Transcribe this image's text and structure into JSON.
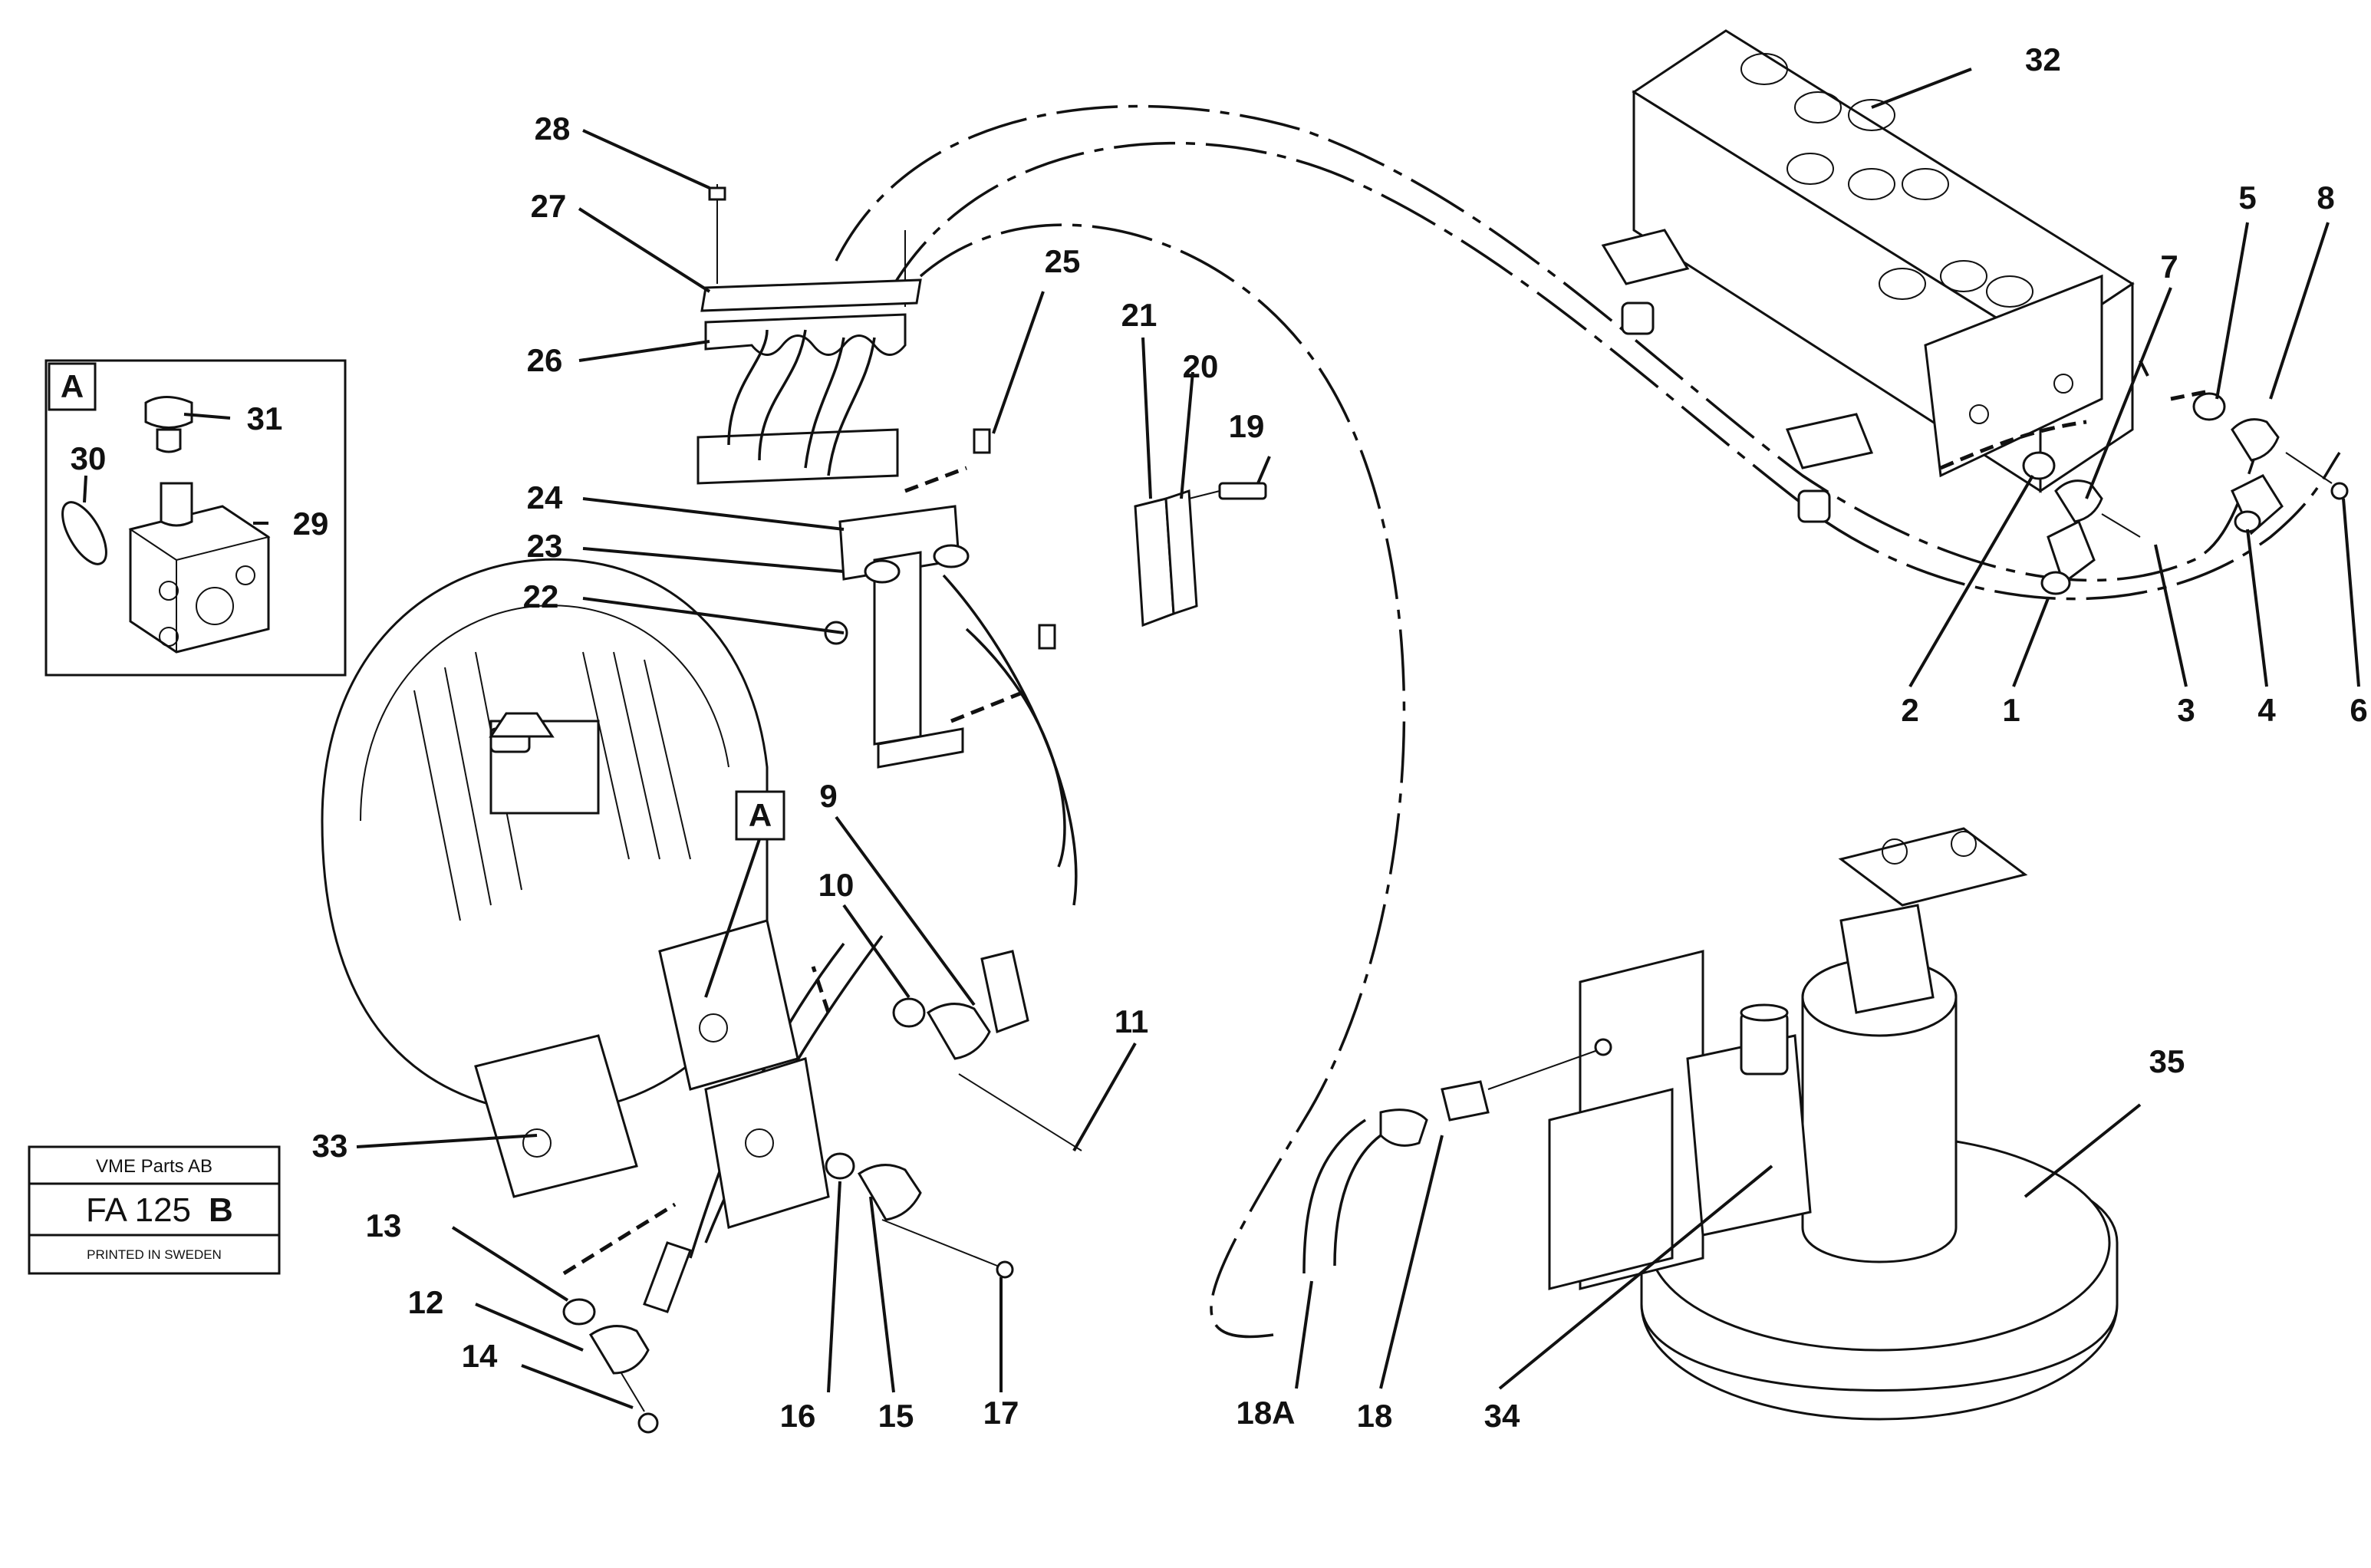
{
  "stamp": {
    "company": "VME Parts AB",
    "code_prefix": "FA 125",
    "code_suffix": "B",
    "printed": "PRINTED IN SWEDEN"
  },
  "detail_marker": "A",
  "callouts": {
    "c1": "1",
    "c2": "2",
    "c3": "3",
    "c4": "4",
    "c5": "5",
    "c6": "6",
    "c7": "7",
    "c8": "8",
    "c9": "9",
    "c10": "10",
    "c11": "11",
    "c12": "12",
    "c13": "13",
    "c14": "14",
    "c15": "15",
    "c16": "16",
    "c17": "17",
    "c18": "18",
    "c18a": "18A",
    "c19": "19",
    "c20": "20",
    "c21": "21",
    "c22": "22",
    "c23": "23",
    "c24": "24",
    "c25": "25",
    "c26": "26",
    "c27": "27",
    "c28": "28",
    "c29": "29",
    "c30": "30",
    "c31": "31",
    "c32": "32",
    "c33": "33",
    "c34": "34",
    "c35": "35"
  }
}
